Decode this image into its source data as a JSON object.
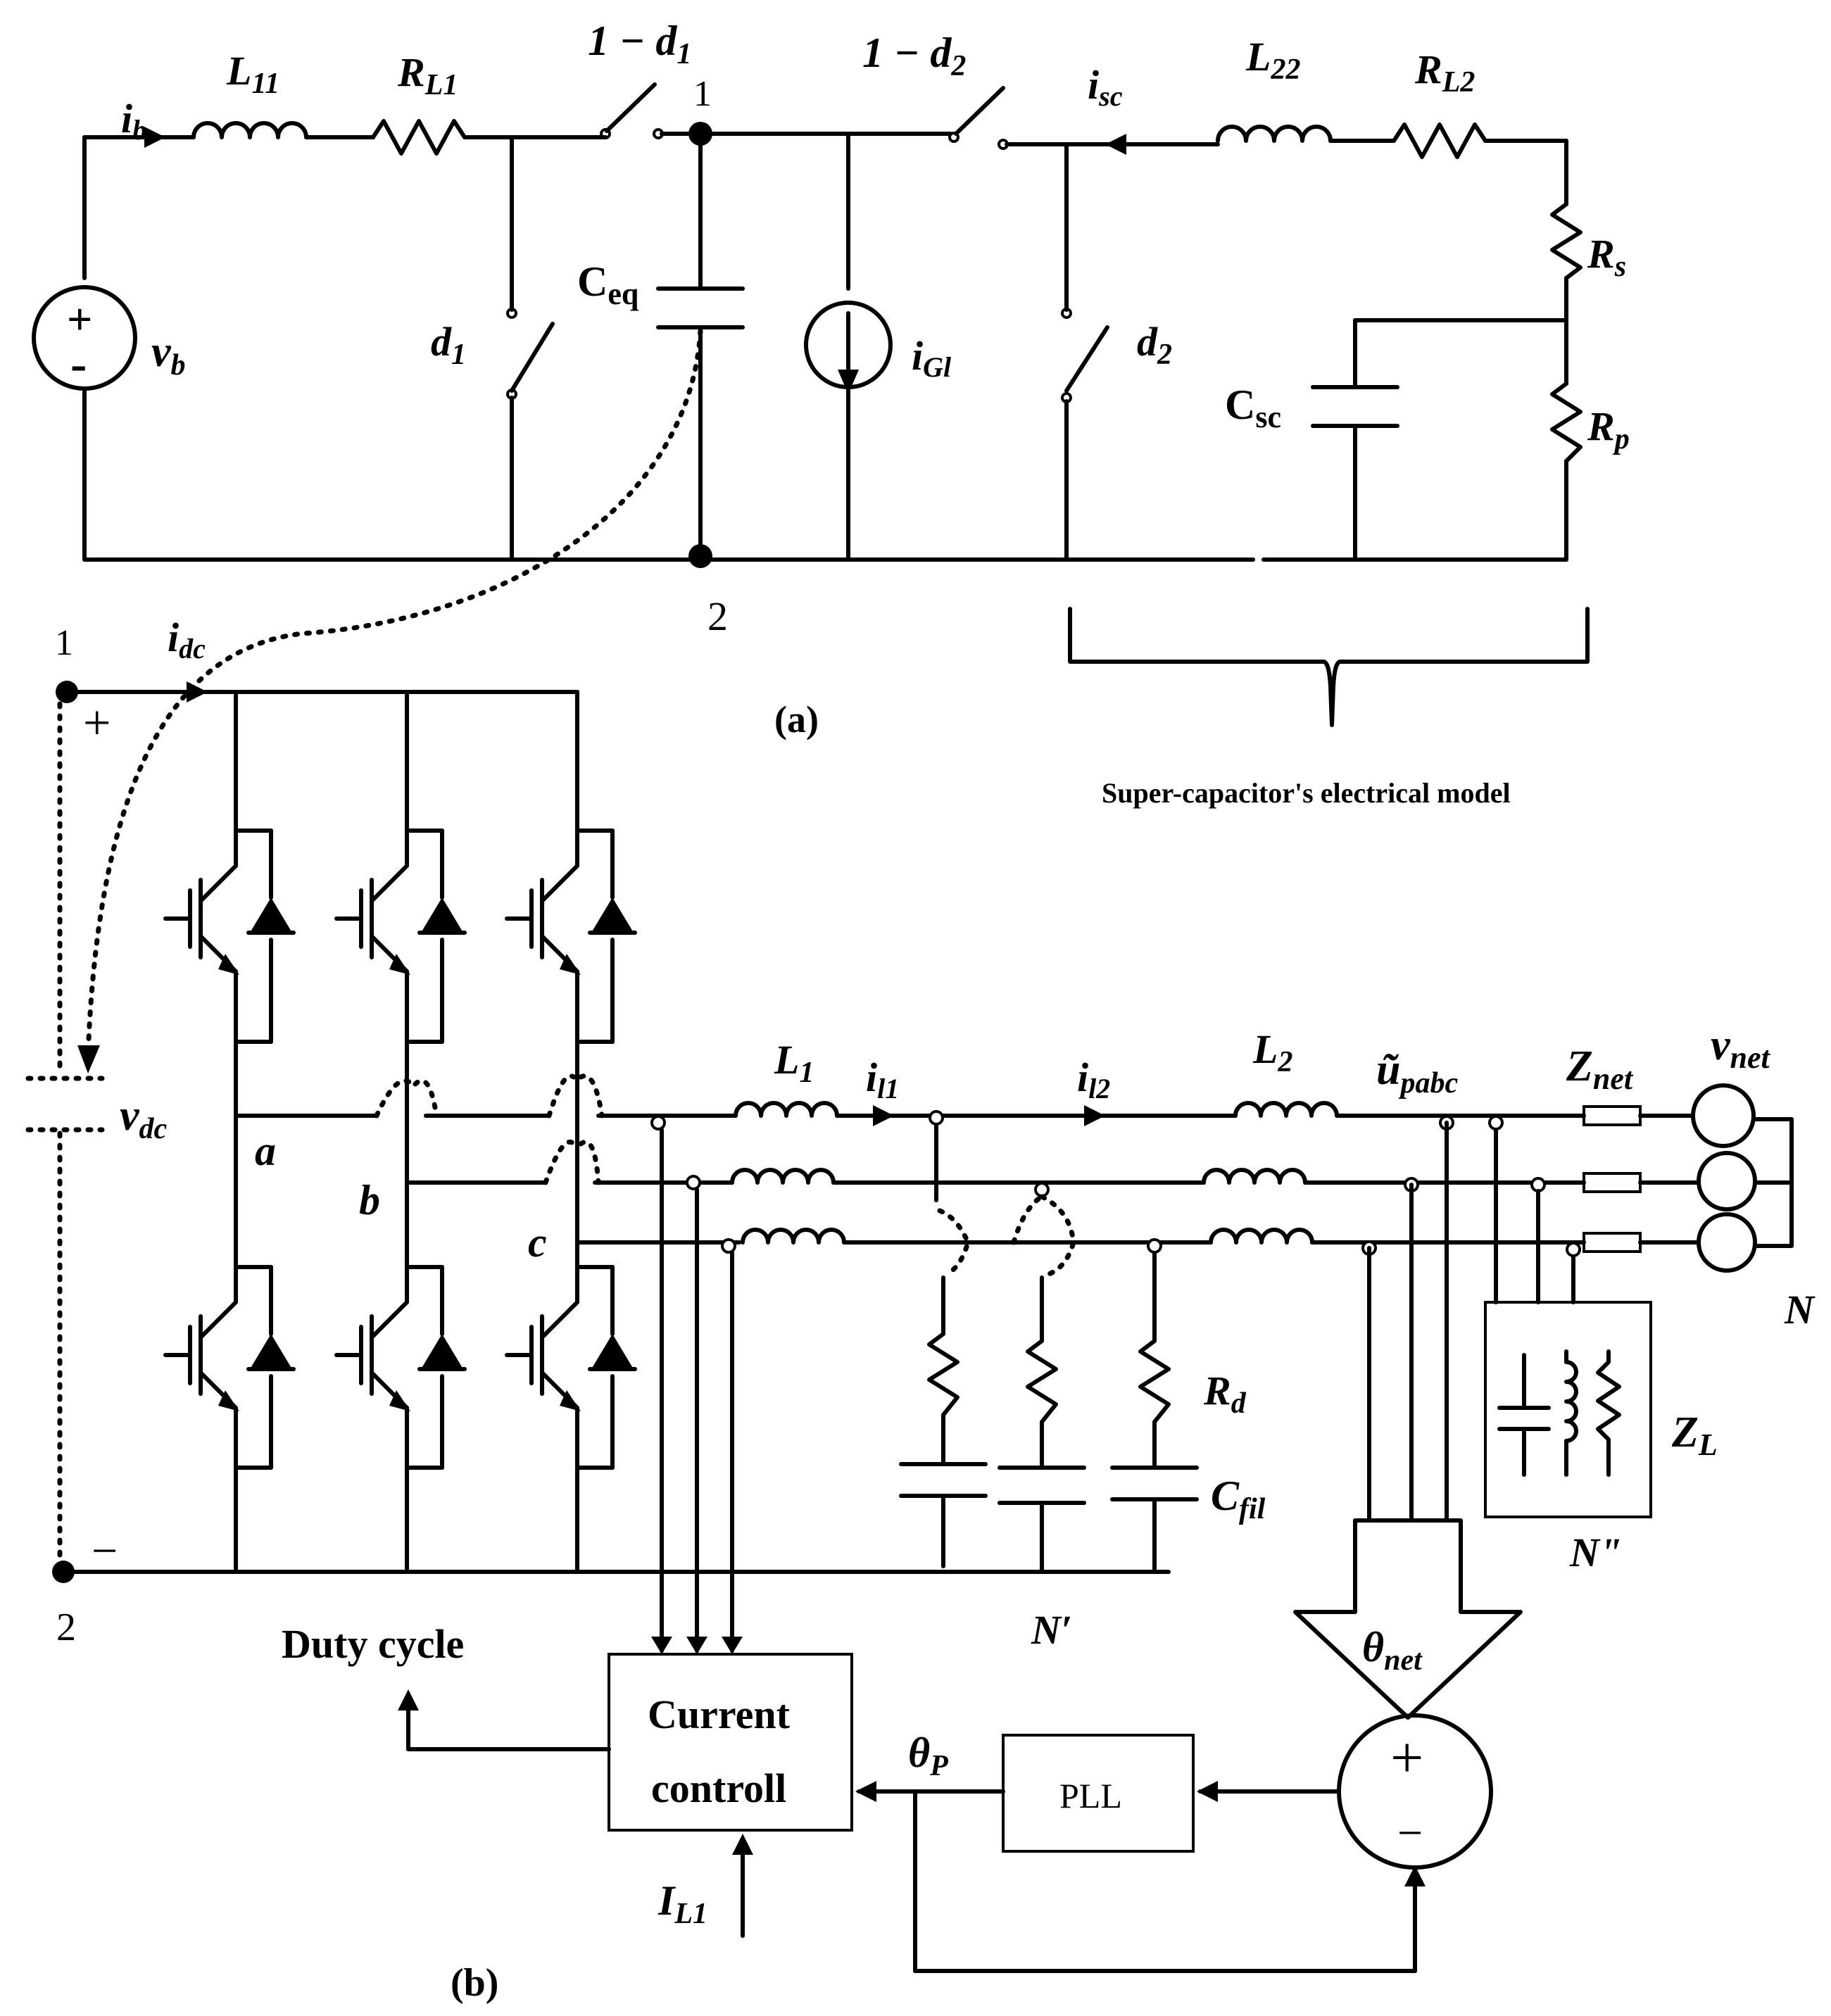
{
  "part_a": {
    "caption": "(a)",
    "labels": {
      "ib": "i",
      "ib_sub": "b",
      "L11": "L",
      "L11_sub": "11",
      "RL1": "R",
      "RL1_sub": "L1",
      "one_minus_d1": "1 − d",
      "one_minus_d1_sub": "1",
      "one_minus_d2": "1 − d",
      "one_minus_d2_sub": "2",
      "node1": "1",
      "isc": "i",
      "isc_sub": "sc",
      "L22": "L",
      "L22_sub": "22",
      "RL2": "R",
      "RL2_sub": "L2",
      "vb": "v",
      "vb_sub": "b",
      "d1": "d",
      "d1_sub": "1",
      "Ceq": "C",
      "Ceq_sub": "eq",
      "iGl": "i",
      "iGl_sub": "Gl",
      "d2": "d",
      "d2_sub": "2",
      "Rs": "R",
      "Rs_sub": "s",
      "Csc": "C",
      "Csc_sub": "sc",
      "Rp": "R",
      "Rp_sub": "p",
      "node2": "2",
      "plus": "+",
      "minus": "-"
    },
    "brace_label": "Super-capacitor's electrical model"
  },
  "part_b": {
    "caption": "(b)",
    "labels": {
      "node1": "1",
      "node2": "2",
      "plus": "+",
      "minus": "−",
      "idc": "i",
      "idc_sub": "dc",
      "vdc": "v",
      "vdc_sub": "dc",
      "a": "a",
      "b": "b",
      "c": "c",
      "L1": "L",
      "L1_sub": "1",
      "il1": "i",
      "il1_sub": "l1",
      "il2": "i",
      "il2_sub": "l2",
      "L2": "L",
      "L2_sub": "2",
      "upabc": "ũ",
      "upabc_sub": "pabc",
      "Znet": "Z",
      "Znet_sub": "net",
      "vnet": "v",
      "vnet_sub": "net",
      "N": "N",
      "Rd": "R",
      "Rd_sub": "d",
      "Cfil": "C",
      "Cfil_sub": "fil",
      "ZL": "Z",
      "ZL_sub": "L",
      "N_dprime": "N\"",
      "N_prime": "N′",
      "theta_net": "θ",
      "theta_net_sub": "net",
      "duty_cycle": "Duty cycle",
      "current_control_1": "Current",
      "current_control_2": "controll",
      "theta_p": "θ",
      "theta_p_sub": "P",
      "pll": "PLL",
      "sum_plus": "+",
      "sum_minus": "−",
      "IL1": "I",
      "IL1_sub": "L1"
    }
  }
}
